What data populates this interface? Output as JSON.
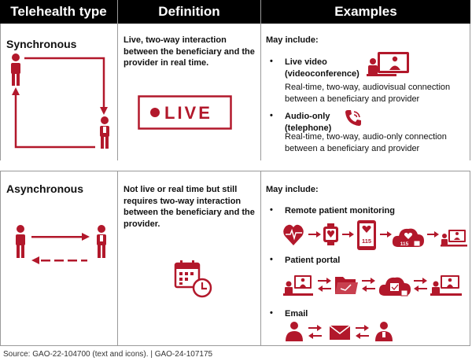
{
  "headers": {
    "type": "Telehealth type",
    "definition": "Definition",
    "examples": "Examples"
  },
  "synchronous": {
    "label": "Synchronous",
    "definition": "Live, two-way interaction between the beneficiary and the provider in real time.",
    "live_sign": "LIVE",
    "may_include": "May include:",
    "examples": [
      {
        "title": "Live video (videoconference)",
        "desc": "Real-time, two-way, audiovisual connection between a beneficiary and provider",
        "icon": "videoconference-icon"
      },
      {
        "title": "Audio-only (telephone)",
        "desc": "Real-time, two-way, audio-only connection between a beneficiary and provider",
        "icon": "telephone-icon"
      }
    ]
  },
  "asynchronous": {
    "label": "Asynchronous",
    "definition": "Not live or real time but still requires two-way interaction between the beneficiary and the provider.",
    "may_include": "May include:",
    "examples": [
      {
        "title": "Remote patient monitoring",
        "device_value": "115"
      },
      {
        "title": "Patient portal"
      },
      {
        "title": "Email"
      }
    ]
  },
  "colors": {
    "accent": "#b2182b",
    "header_bg": "#000000"
  },
  "source": "Source: GAO-22-104700 (text and icons).  |  GAO-24-107175"
}
